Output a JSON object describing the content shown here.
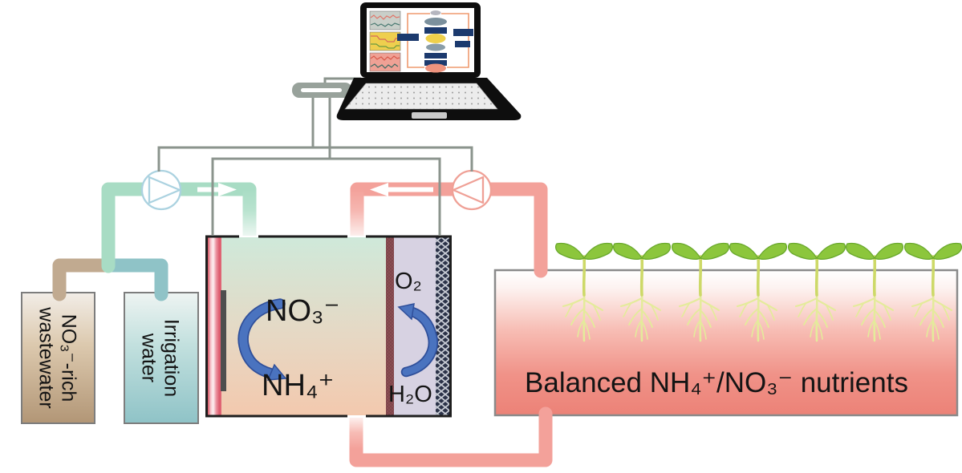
{
  "figure": {
    "type": "process-schematic",
    "plant_count": 7
  },
  "tanks": {
    "wastewater": {
      "label": "NO₃⁻-rich wastewater"
    },
    "irrigation": {
      "label": "Irrigation water"
    }
  },
  "cell": {
    "cathode_species_in": "NO₃⁻",
    "cathode_species_out": "NH₄⁺",
    "anode_species_out": "O₂",
    "anode_species_in": "H₂O"
  },
  "growbed": {
    "label": "Balanced NH₄⁺/NO₃⁻ nutrients"
  },
  "icons": {
    "laptop": "laptop-icon",
    "controller": "controller-box-icon",
    "feed_pump": "pump-icon",
    "return_pump": "pump-icon",
    "feed_flow_arrow": "white-arrow-right",
    "return_flow_arrow": "white-arrow-left",
    "reduction_arrow": "curved-blue-arrow-down",
    "oxidation_arrow": "curved-blue-arrow-up",
    "plant": "seedling-icon"
  },
  "colors": {
    "green_pipe": "#a8dcc4",
    "teal_pipe": "#8fc3c7",
    "tan_pipe": "#c1aa90",
    "pink_pipe": "#f3a19a",
    "wire_gray": "#8b948d",
    "curved_arrow_blue": "#4a73bf",
    "membrane_maroon": "#8b4d53",
    "anolyte_lavender": "#d7d2e2",
    "catholyte_top_mint": "#cfe9da",
    "catholyte_bottom_peach": "#f3c9ae",
    "red_electrode": "#d5505f",
    "dark_electrode": "#2c3349",
    "leaf_green": "#8cc63c",
    "stem_green": "#cdd968",
    "root_yellow": "#e4eb9b",
    "growbed_bottom_red": "#ec8277"
  }
}
